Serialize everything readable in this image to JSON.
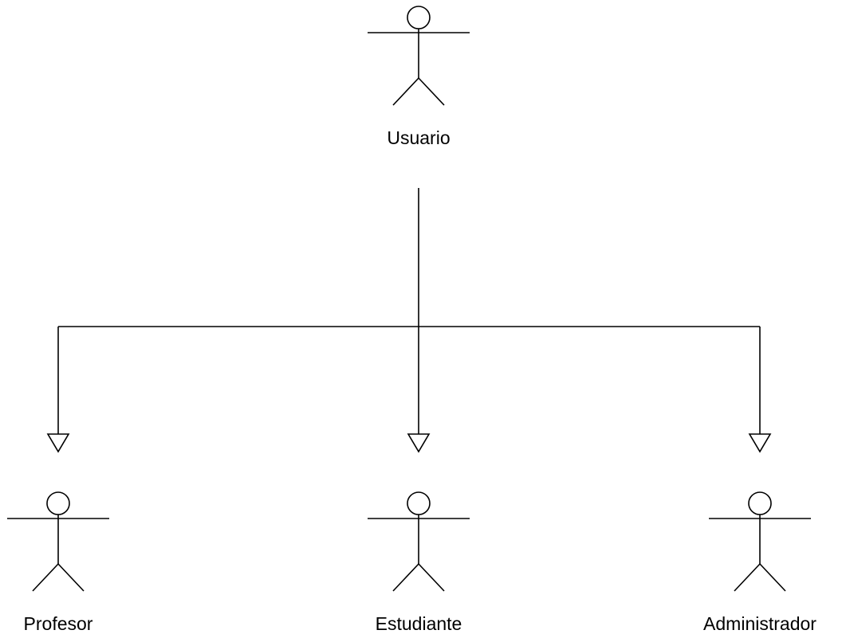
{
  "diagram": {
    "type": "use-case-actor-generalization",
    "actors": {
      "parent": {
        "label": "Usuario"
      },
      "children": [
        {
          "label": "Profesor"
        },
        {
          "label": "Estudiante"
        },
        {
          "label": "Administrador"
        }
      ]
    },
    "colors": {
      "stroke": "#000000",
      "background": "#ffffff"
    }
  }
}
